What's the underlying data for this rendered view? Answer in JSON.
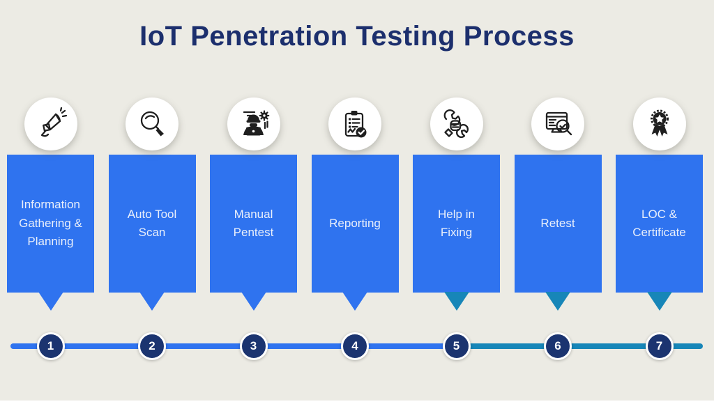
{
  "title": "IoT Penetration Testing Process",
  "steps": [
    {
      "number": "1",
      "label": "Information Gathering & Planning",
      "icon": "megaphone-icon",
      "pointer_color": "#2F73EF"
    },
    {
      "number": "2",
      "label": "Auto Tool Scan",
      "icon": "magnifier-icon",
      "pointer_color": "#2F73EF"
    },
    {
      "number": "3",
      "label": "Manual Pentest",
      "icon": "hacker-laptop-icon",
      "pointer_color": "#2F73EF"
    },
    {
      "number": "4",
      "label": "Reporting",
      "icon": "clipboard-check-icon",
      "pointer_color": "#2F73EF"
    },
    {
      "number": "5",
      "label": "Help in Fixing",
      "icon": "hand-wrench-icon",
      "pointer_color": "#1786B8"
    },
    {
      "number": "6",
      "label": "Retest",
      "icon": "monitor-magnifier-icon",
      "pointer_color": "#1786B8"
    },
    {
      "number": "7",
      "label": "LOC & Certificate",
      "icon": "award-ribbon-icon",
      "pointer_color": "#1786B8"
    }
  ],
  "colors": {
    "background": "#ECEBE4",
    "card_blue": "#2F73EF",
    "teal_accent": "#1786B8",
    "navy_circle": "#1B3470",
    "title_navy": "#1C2F6D",
    "card_text": "#E9EFFB",
    "icon_ink": "#1F1F1F",
    "timeline_left": "#2F73EF",
    "timeline_right": "#1786B8"
  }
}
